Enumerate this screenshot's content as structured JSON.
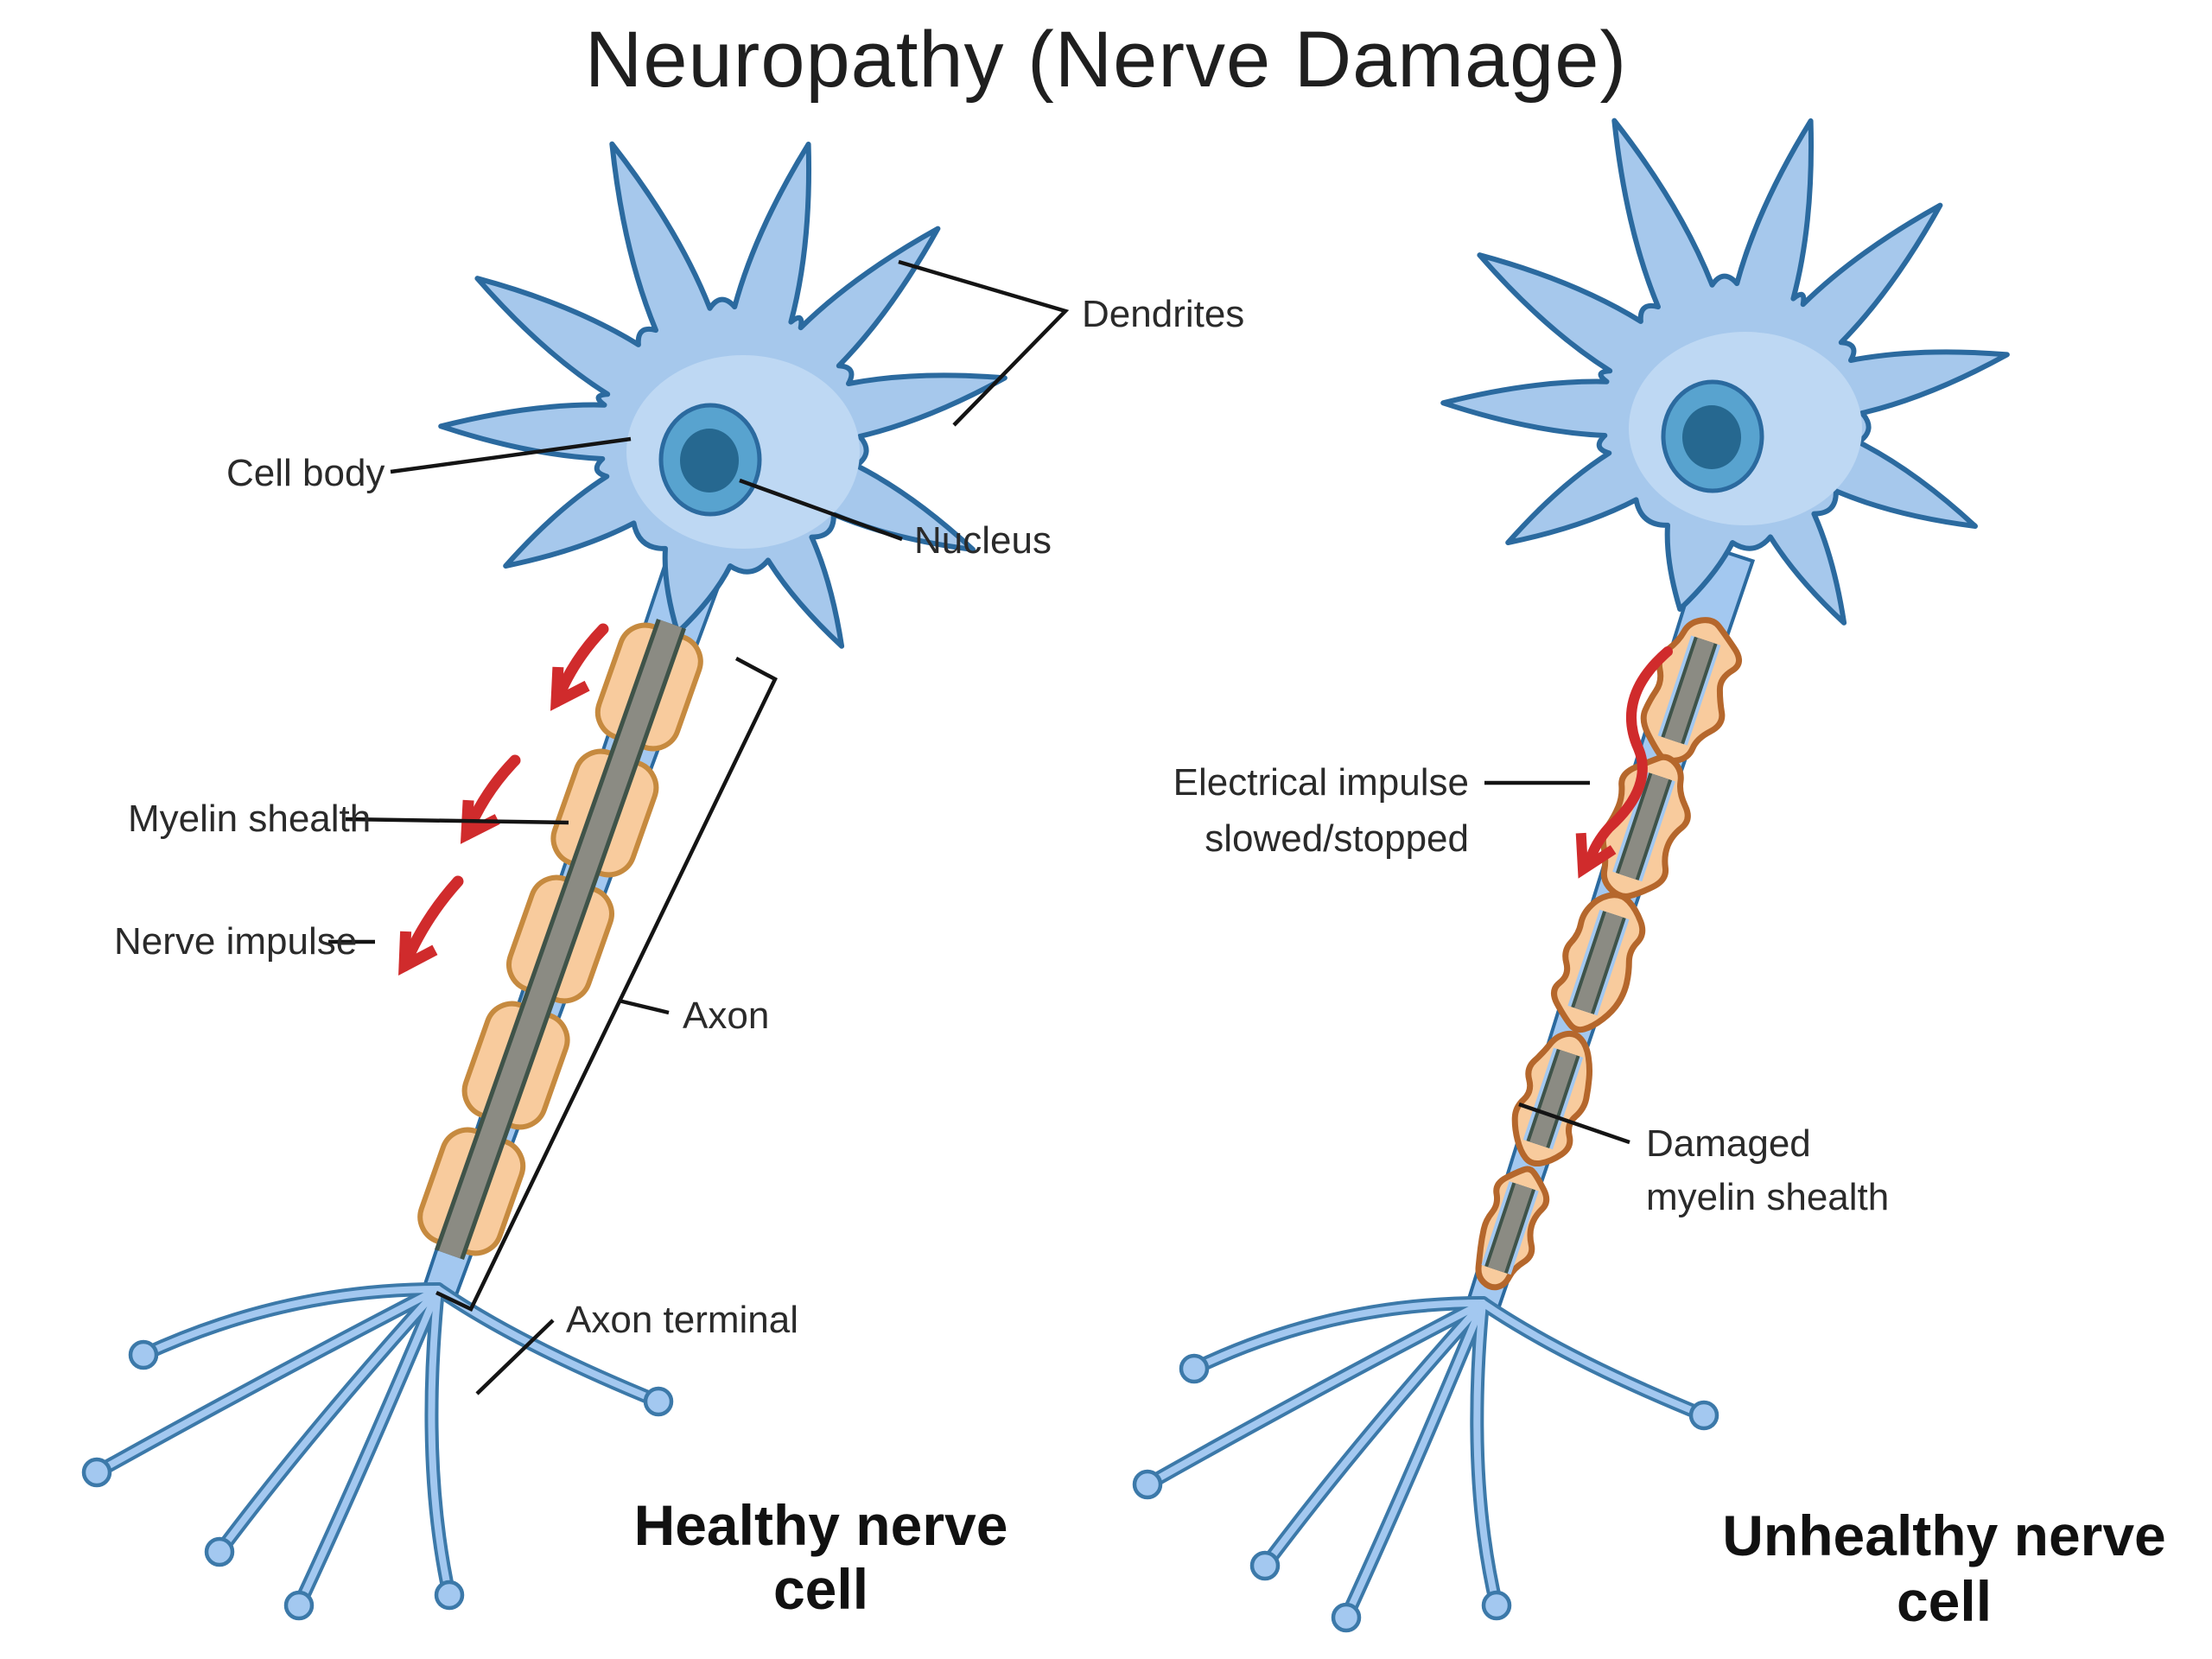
{
  "title": "Neuropathy (Nerve Damage)",
  "healthy": {
    "caption_line1": "Healthy nerve",
    "caption_line2": "cell",
    "labels": {
      "dendrites": "Dendrites",
      "cell_body": "Cell body",
      "nucleus": "Nucleus",
      "myelin_sheath": "Myelin shealth",
      "nerve_impulse": "Nerve impulse",
      "axon": "Axon",
      "axon_terminal": "Axon terminal"
    }
  },
  "unhealthy": {
    "caption_line1": "Unhealthy nerve",
    "caption_line2": "cell",
    "labels": {
      "electrical_impulse_line1": "Electrical impulse",
      "electrical_impulse_line2": "slowed/stopped",
      "damaged_myelin_line1": "Damaged",
      "damaged_myelin_line2": "myelin shealth"
    }
  },
  "colors": {
    "cell_fill": "#A6C8EC",
    "cell_fill_light": "#BED8F3",
    "cell_outline": "#2B6A9F",
    "terminal_outline": "#3C79A9",
    "nucleus_outer": "#58A3CF",
    "nucleus_inner": "#266890",
    "myelin_fill": "#F8CB9D",
    "myelin_outline_healthy": "#C68A3F",
    "myelin_outline_damaged": "#B5672C",
    "axon_core": "#8B8B83",
    "axon_core_edge": "#3F5349",
    "node_blue": "#A3C8F0",
    "impulse_red": "#D02B2C",
    "text": "#1F1F1F"
  }
}
